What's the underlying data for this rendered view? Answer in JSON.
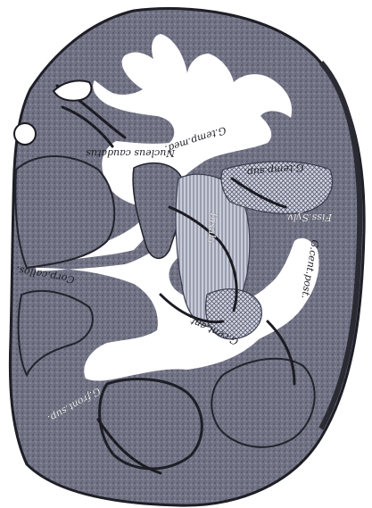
{
  "figure": {
    "labels": {
      "g_temp_med": "G.temp.med.",
      "nucleus_caudatus": "Nucleus caudatus",
      "g_temp_sup": "G.temp.sup.",
      "insula": "Insula",
      "g_cent_post": "G.cent.post.",
      "fiss_syl": "Fiss.Sylv.",
      "corp_callos": "Corp.callos.",
      "g_cent_ant": "G.cent.ant.",
      "g_front_sup": "G.front.sup."
    },
    "colors": {
      "cortex": "#6f7080",
      "cortex_dark": "#2e2e38",
      "white_matter": "#ffffff",
      "insula_hatch": "#8f93a4"
    }
  }
}
